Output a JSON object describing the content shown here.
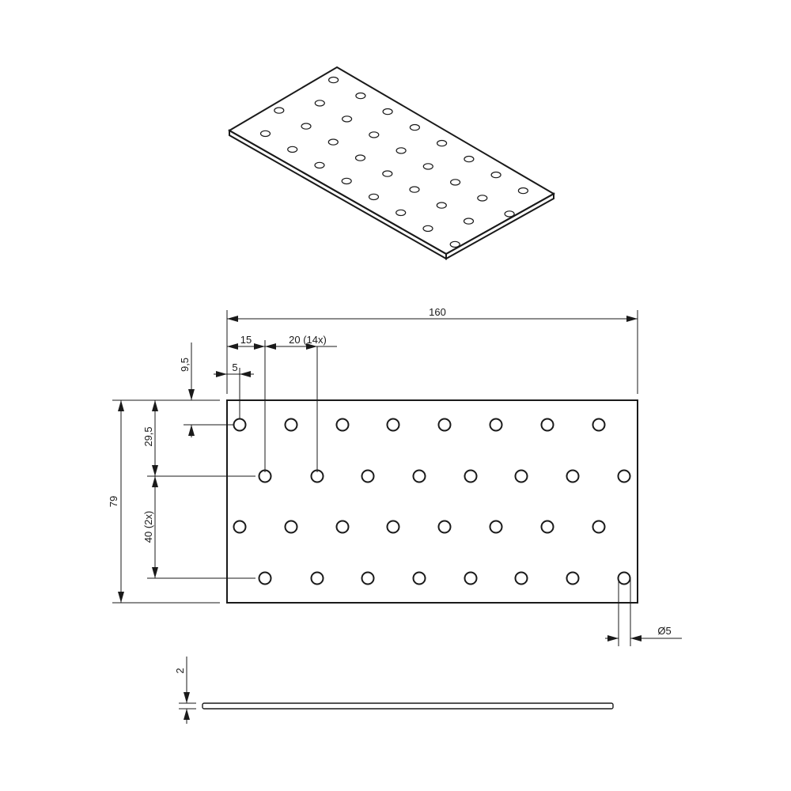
{
  "dimensions": {
    "overall_length": "160",
    "first_offset": "15",
    "pitch": "20 (14x)",
    "small_offset": "5",
    "top_offset": "9,5",
    "row_offset": "29,5",
    "row_pitch": "40 (2x)",
    "overall_height": "79",
    "hole_diameter": "Ø5",
    "thickness": "2"
  }
}
